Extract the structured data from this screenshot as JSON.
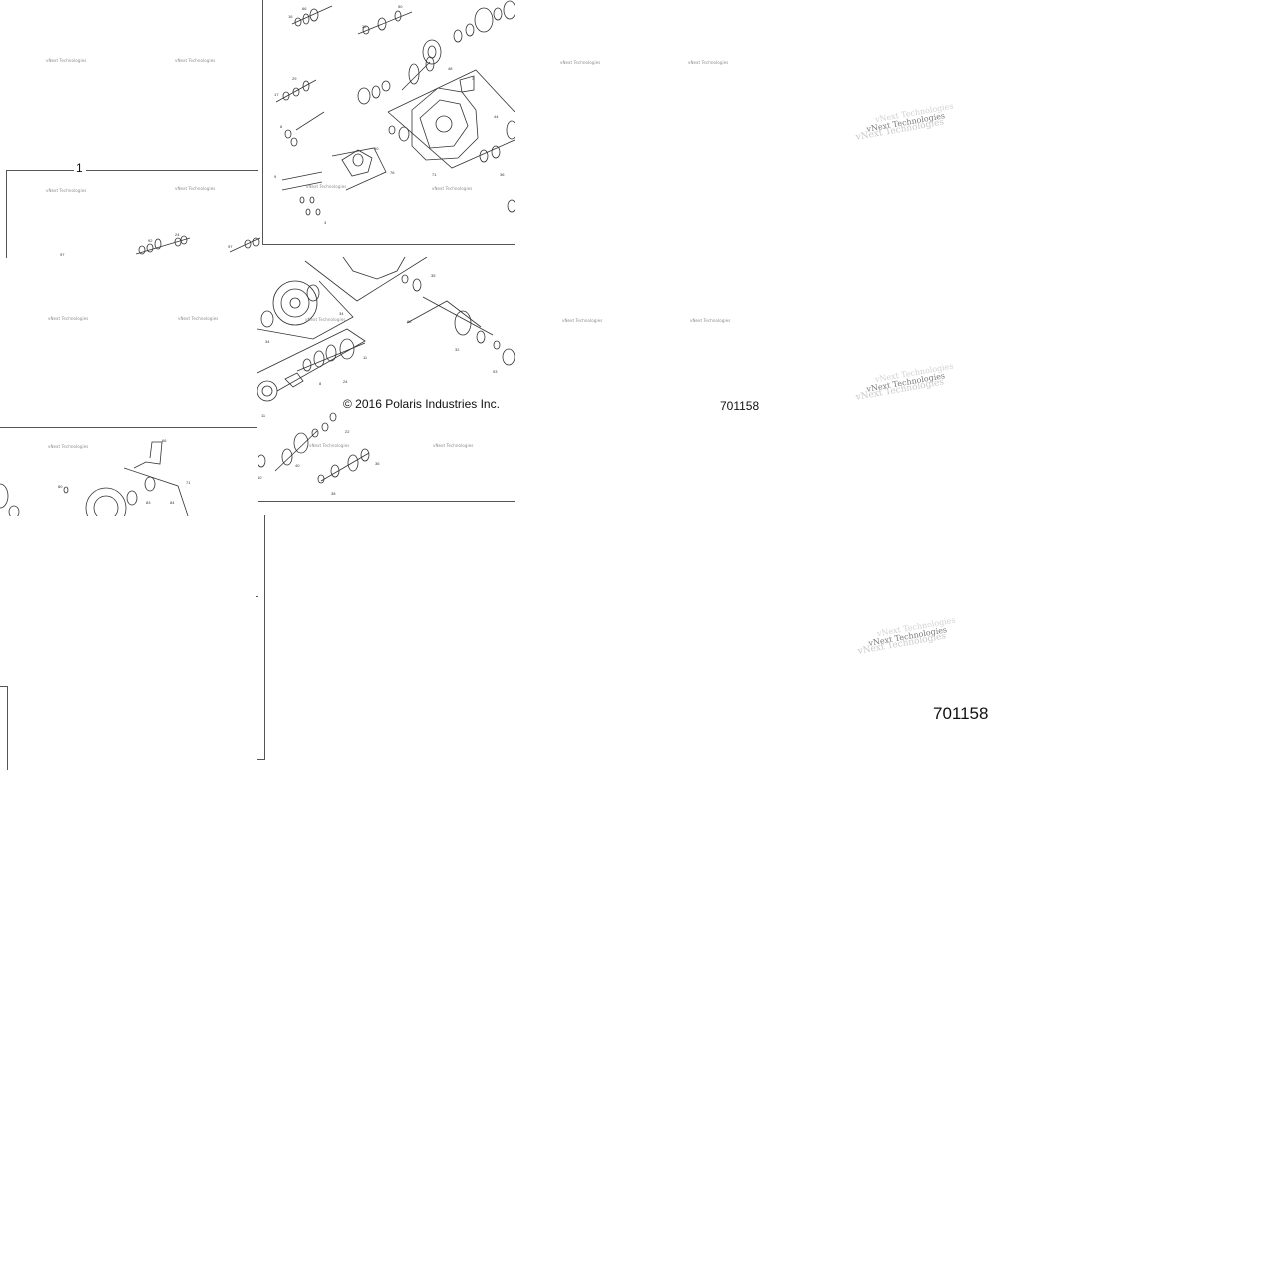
{
  "diagram": {
    "callout_assembly": "1",
    "copyright": "© 2016 Polaris Industries Inc.",
    "part_number_small": "701158",
    "part_number_large": "701158"
  },
  "watermark": {
    "text": "vNext Technologies"
  },
  "icons": {
    "gear": "gear-icon",
    "housing": "transmission-housing-icon",
    "shaft": "shaft-icon"
  },
  "colors": {
    "line": "#555555",
    "ink": "#222222",
    "watermark": "#8a8a8a"
  }
}
